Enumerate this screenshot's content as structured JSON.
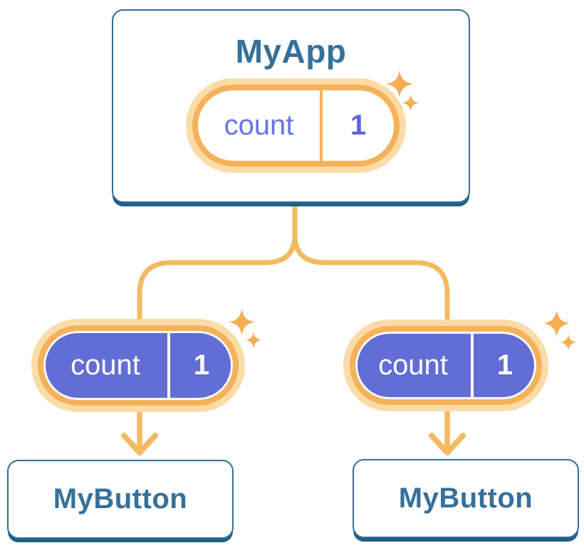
{
  "diagram": {
    "root_card": {
      "title": "MyApp",
      "pill": {
        "label": "count",
        "value": "1"
      }
    },
    "child_pills": [
      {
        "label": "count",
        "value": "1"
      },
      {
        "label": "count",
        "value": "1"
      }
    ],
    "child_cards": [
      {
        "title": "MyButton"
      },
      {
        "title": "MyButton"
      }
    ],
    "icons": {
      "sparkle": "four-point-star"
    },
    "colors": {
      "card_border": "#2F7096",
      "card_shadow": "#215F85",
      "card_title_text": "#35719A",
      "pill_ring": "#F5B25A",
      "pill_halo": "#FBDCA8",
      "pill_fill_active": "#626ED5",
      "pill_label_text": "#6B74E0",
      "pill_value_text": "#5B63D8",
      "pill_text_on_fill": "#FFFFFF",
      "connector_line": "#F4BA62",
      "sparkle": "#F3AE52"
    }
  }
}
